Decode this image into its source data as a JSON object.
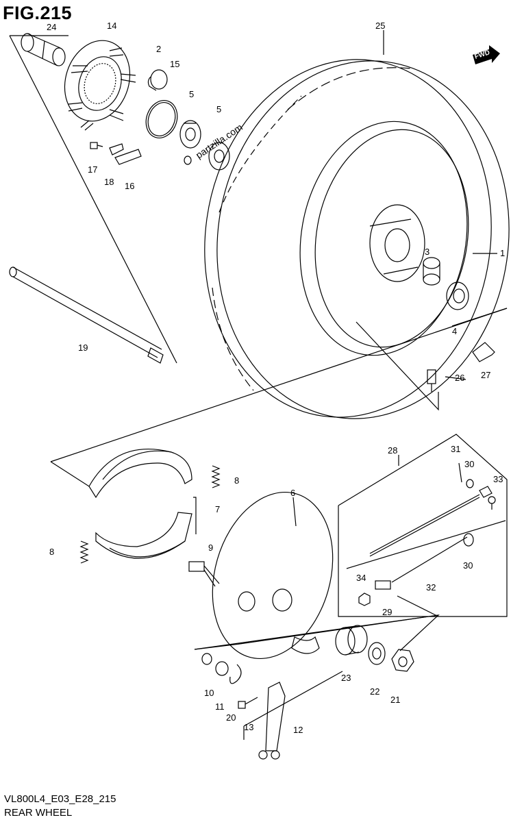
{
  "figure": {
    "title": "FIG.215",
    "code": "VL800L4_E03_E28_215",
    "name": "REAR WHEEL",
    "watermark": "partzilla.com",
    "direction_badge": "FWD"
  },
  "callouts": [
    {
      "id": "1",
      "label": "1"
    },
    {
      "id": "2",
      "label": "2"
    },
    {
      "id": "3",
      "label": "3"
    },
    {
      "id": "4",
      "label": "4"
    },
    {
      "id": "5a",
      "label": "5"
    },
    {
      "id": "5b",
      "label": "5"
    },
    {
      "id": "6",
      "label": "6"
    },
    {
      "id": "7",
      "label": "7"
    },
    {
      "id": "8a",
      "label": "8"
    },
    {
      "id": "8b",
      "label": "8"
    },
    {
      "id": "9",
      "label": "9"
    },
    {
      "id": "10",
      "label": "10"
    },
    {
      "id": "11",
      "label": "11"
    },
    {
      "id": "12",
      "label": "12"
    },
    {
      "id": "13",
      "label": "13"
    },
    {
      "id": "14",
      "label": "14"
    },
    {
      "id": "15",
      "label": "15"
    },
    {
      "id": "16",
      "label": "16"
    },
    {
      "id": "17",
      "label": "17"
    },
    {
      "id": "18",
      "label": "18"
    },
    {
      "id": "19",
      "label": "19"
    },
    {
      "id": "20",
      "label": "20"
    },
    {
      "id": "21",
      "label": "21"
    },
    {
      "id": "22",
      "label": "22"
    },
    {
      "id": "23",
      "label": "23"
    },
    {
      "id": "24",
      "label": "24"
    },
    {
      "id": "25",
      "label": "25"
    },
    {
      "id": "26",
      "label": "26"
    },
    {
      "id": "27",
      "label": "27"
    },
    {
      "id": "28",
      "label": "28"
    },
    {
      "id": "29",
      "label": "29"
    },
    {
      "id": "30a",
      "label": "30"
    },
    {
      "id": "30b",
      "label": "30"
    },
    {
      "id": "31",
      "label": "31"
    },
    {
      "id": "32",
      "label": "32"
    },
    {
      "id": "33",
      "label": "33"
    },
    {
      "id": "34",
      "label": "34"
    }
  ]
}
